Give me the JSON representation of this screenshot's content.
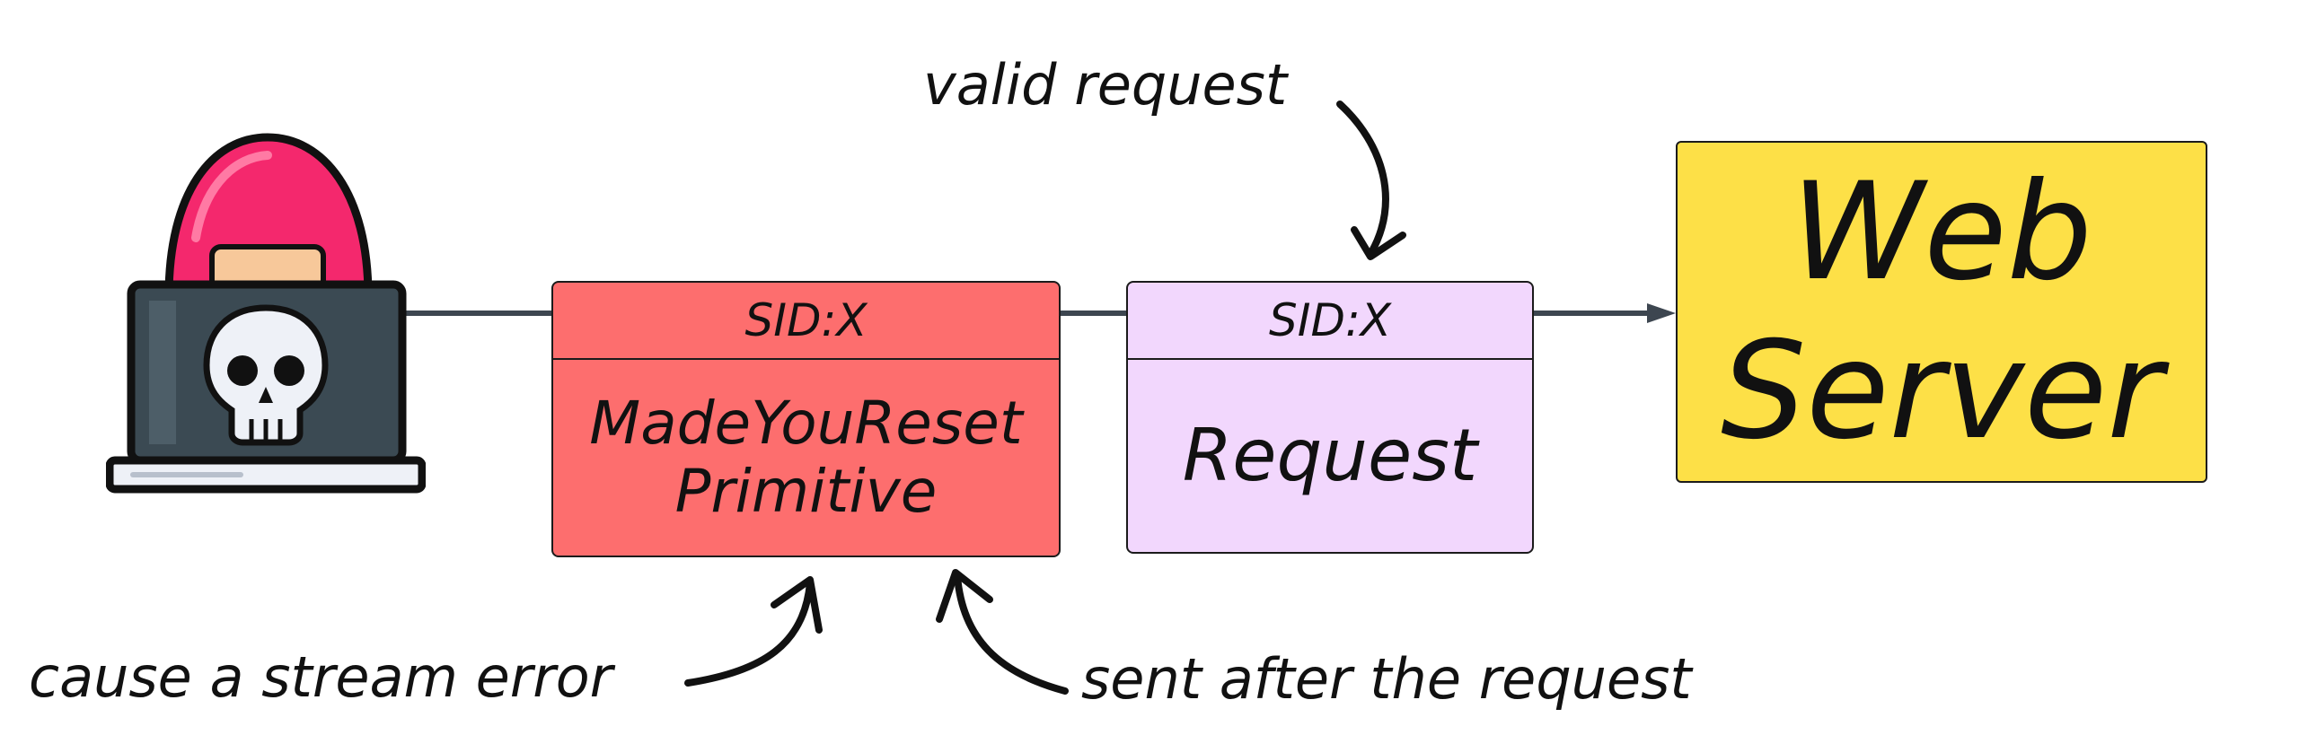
{
  "diagram": {
    "attacker_icon": "hooded-hacker-laptop-skull-icon",
    "attack_frame": {
      "header": "SID:X",
      "body_lines": [
        "MadeYouReset",
        "Primitive"
      ],
      "color": "#fd6e6e"
    },
    "request_frame": {
      "header": "SID:X",
      "body": "Request",
      "color": "#f2d7fd"
    },
    "web_server": {
      "lines": [
        "Web",
        "Server"
      ],
      "color": "#fde047"
    },
    "annotations": {
      "valid_request": "valid request",
      "cause_error": "cause a stream error",
      "sent_after": "sent after the request"
    },
    "line_color": "#3d4650"
  }
}
